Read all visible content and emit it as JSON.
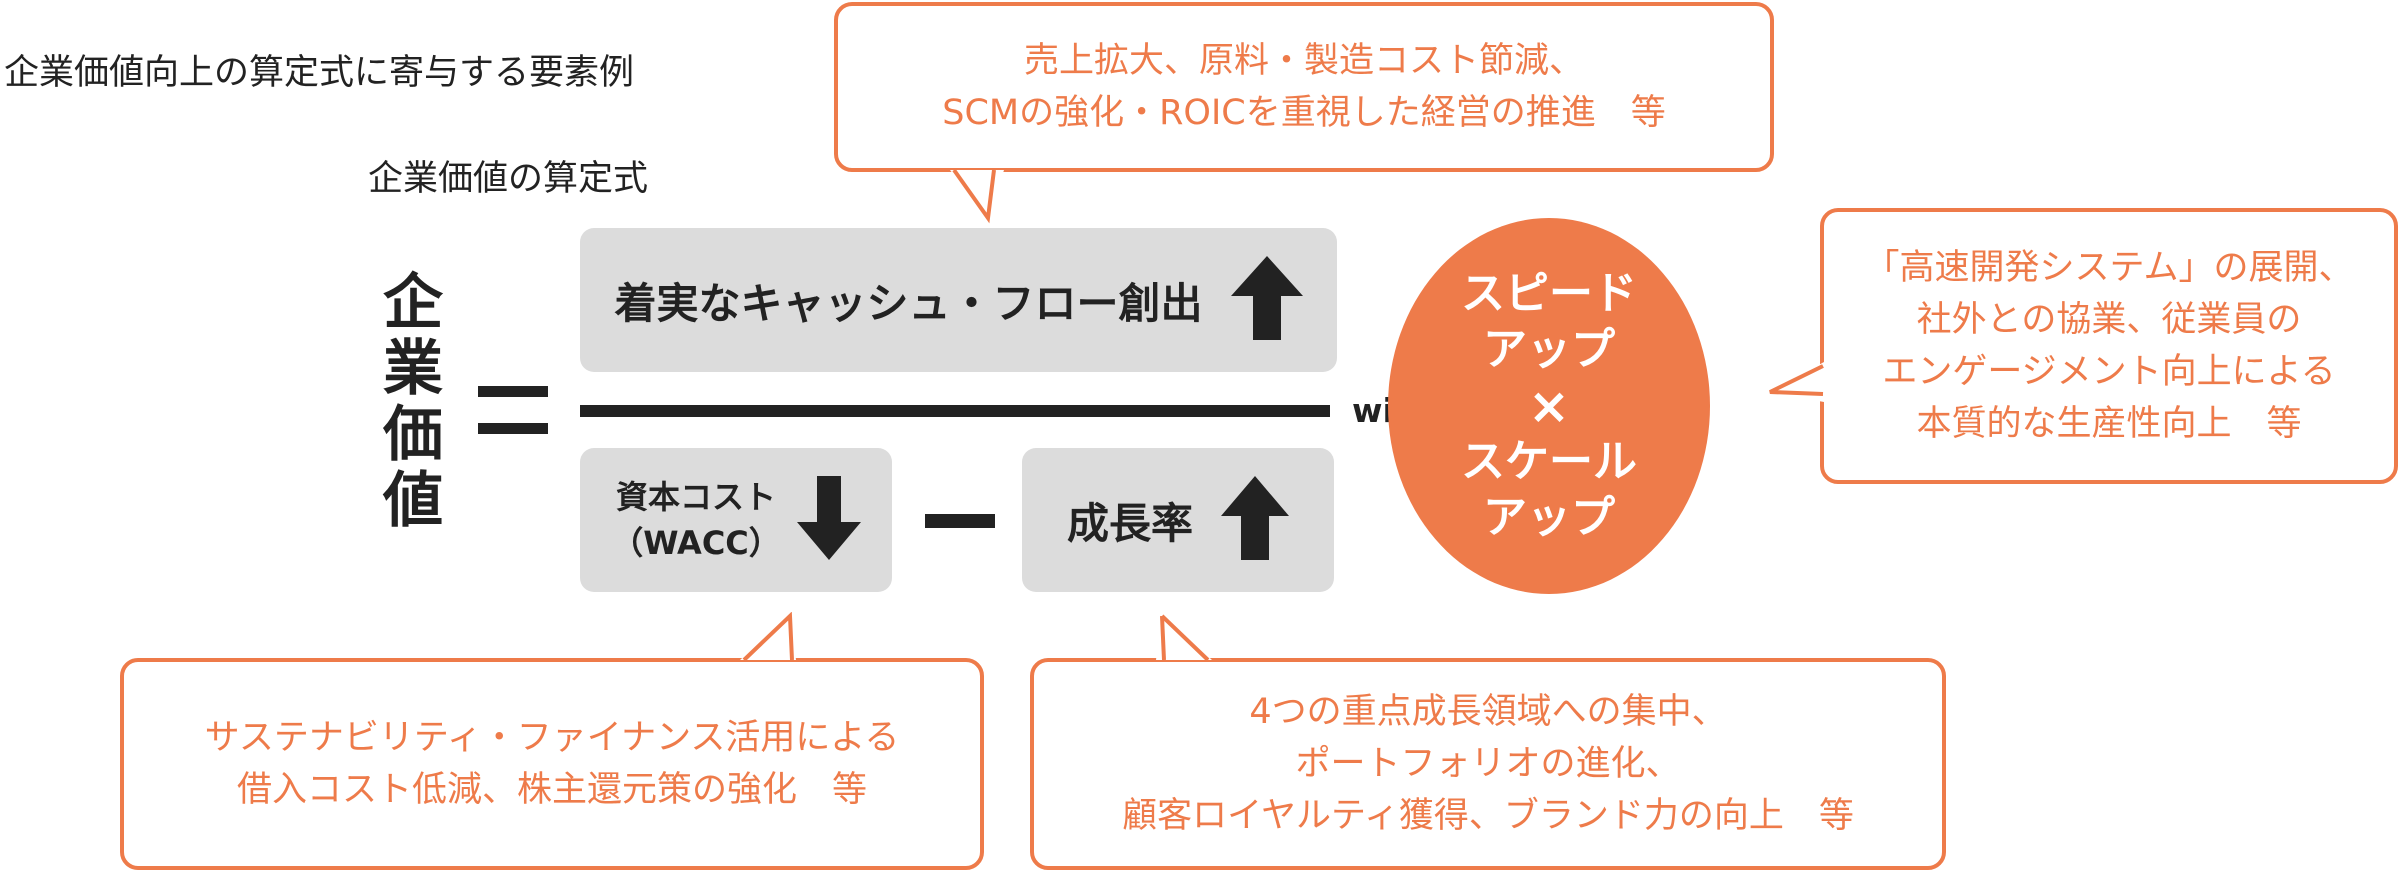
{
  "title": "企業価値向上の算定式に寄与する要素例",
  "formula": {
    "subtitle": "企業価値の算定式",
    "lhs_chars": [
      "企",
      "業",
      "価",
      "値"
    ],
    "numerator": "着実なキャッシュ・フロー創出",
    "wacc_line1": "資本コスト",
    "wacc_line2": "（WACC）",
    "growth": "成長率",
    "with": "with",
    "circle": [
      "スピード",
      "アップ",
      "×",
      "スケール",
      "アップ"
    ]
  },
  "callouts": {
    "top": [
      "売上拡大、原料・製造コスト節減、",
      "SCMの強化・ROICを重視した経営の推進　等"
    ],
    "right": [
      "「高速開発システム」の展開、",
      "社外との協業、従業員の",
      "エンゲージメント向上による",
      "本質的な生産性向上　等"
    ],
    "bottom_left": [
      "サステナビリティ・ファイナンス活用による",
      "借入コスト低減、株主還元策の強化　等"
    ],
    "bottom_right": [
      "4つの重点成長領域への集中、",
      "ポートフォリオの進化、",
      "顧客ロイヤルティ獲得、ブランド力の向上　等"
    ]
  },
  "colors": {
    "accent": "#ee7b4a",
    "box": "#dcdcdc",
    "text": "#222222"
  },
  "icons": {
    "up": "arrow-up-icon",
    "down": "arrow-down-icon"
  }
}
